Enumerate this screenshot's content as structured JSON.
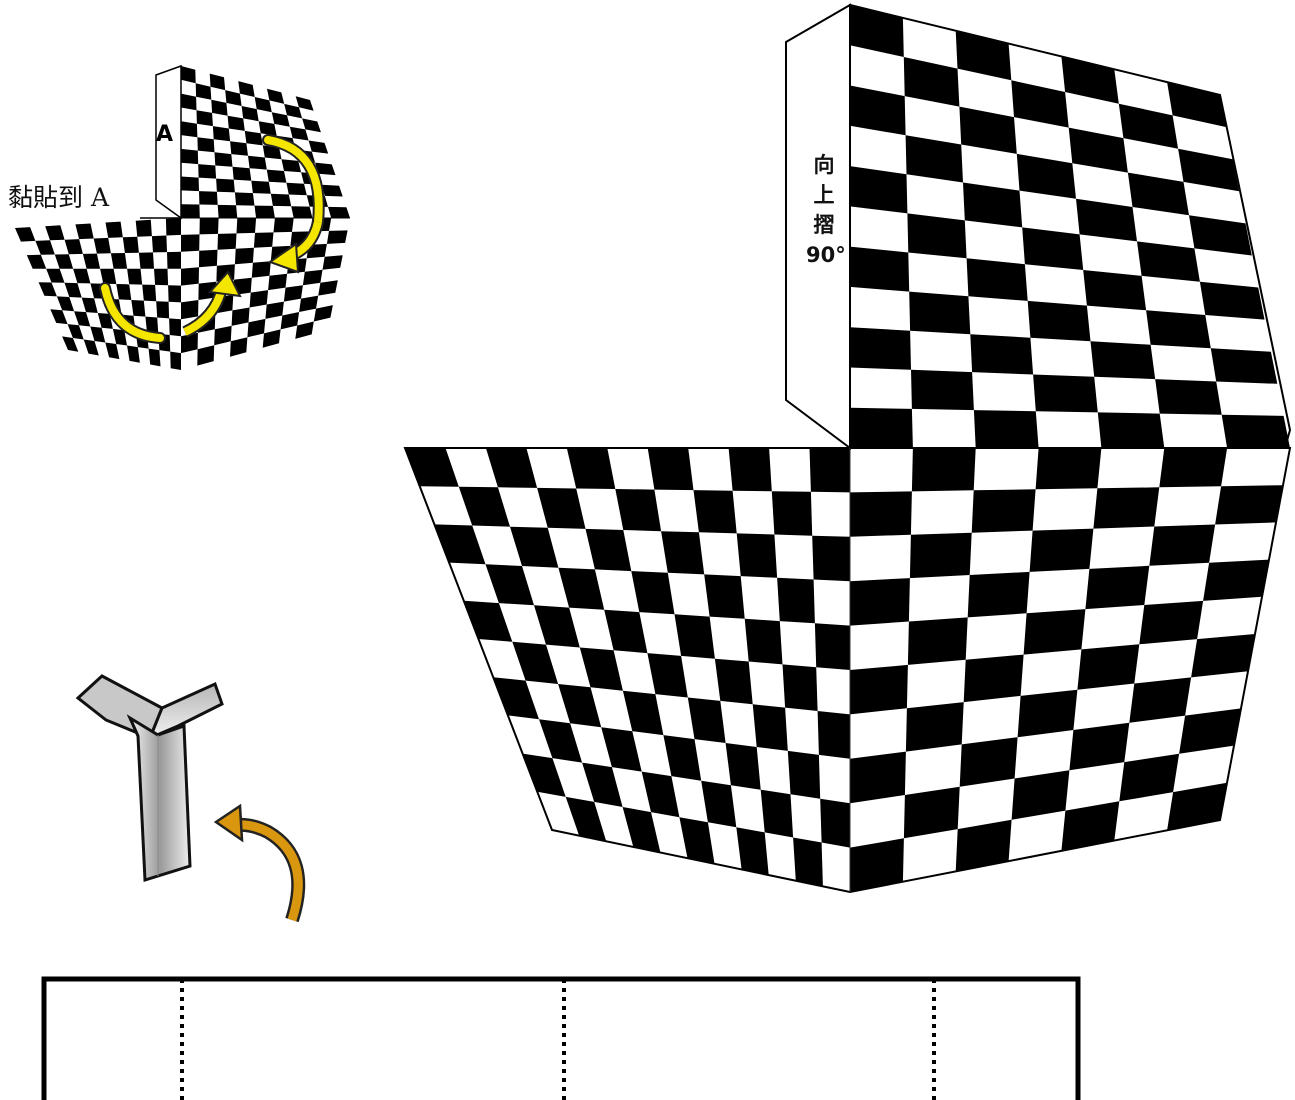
{
  "mini_preview": {
    "glue_label": "黏貼到 A",
    "flap_label": "A"
  },
  "large_net": {
    "fold_label": [
      "向",
      "上",
      "摺",
      "90°"
    ]
  },
  "colors": {
    "checker_dark": "#000000",
    "checker_light": "#ffffff",
    "arrow_yellow": "#f5e600",
    "arrow_orange": "#d9960f",
    "stand_gray": "#c8c8c8"
  },
  "icons": [
    "curved-arrow-icon",
    "y-stand-icon"
  ]
}
